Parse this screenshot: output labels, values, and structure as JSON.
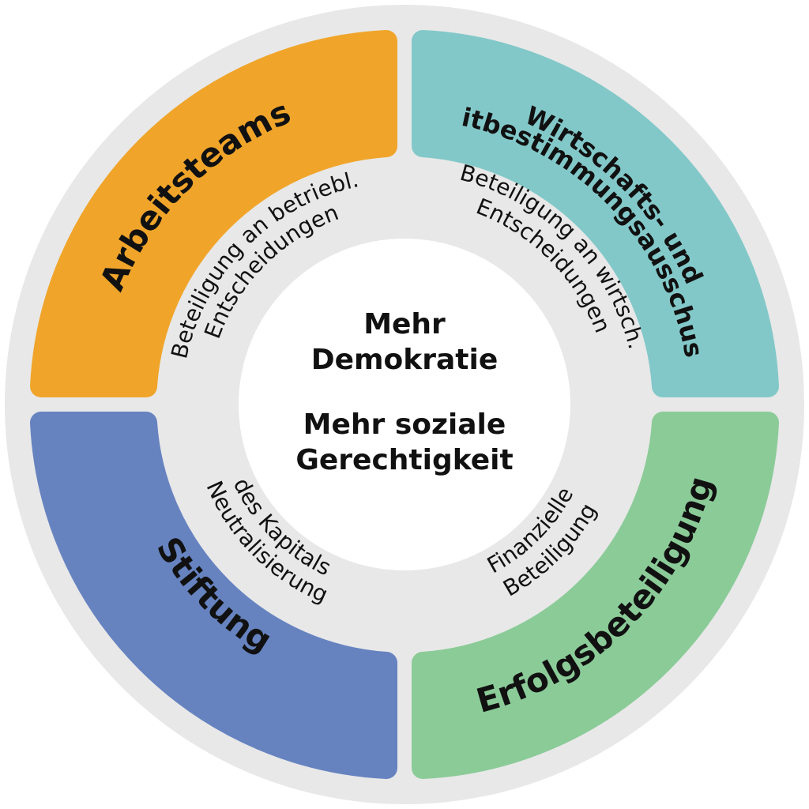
{
  "colors": {
    "ring": "#e8e8e8",
    "center": "#ffffff",
    "top_left": "#f0a52a",
    "top_right": "#83c8c9",
    "bottom_left": "#6683c0",
    "bottom_right": "#8bcb98",
    "text": "#111111"
  },
  "segments": {
    "top_left": {
      "title": "Arbeitsteams",
      "subtitle_line1": "Beteiligung an betriebl.",
      "subtitle_line2": "Entscheidungen"
    },
    "top_right": {
      "title_line1": "Wirtschafts- und",
      "title_line2": "Mitbestimmungsausschuss",
      "subtitle_line1": "Beteiligung an wirtsch.",
      "subtitle_line2": "Entscheidungen"
    },
    "bottom_left": {
      "title": "Stiftung",
      "subtitle_line1": "Neutralisierung",
      "subtitle_line2": "des Kapitals"
    },
    "bottom_right": {
      "title": "Erfolgsbeteiligung",
      "subtitle_line1": "Finanzielle",
      "subtitle_line2": "Beteiligung"
    }
  },
  "center": {
    "line1": "Mehr",
    "line2": "Demokratie",
    "line3": "Mehr soziale",
    "line4": "Gerechtigkeit"
  }
}
